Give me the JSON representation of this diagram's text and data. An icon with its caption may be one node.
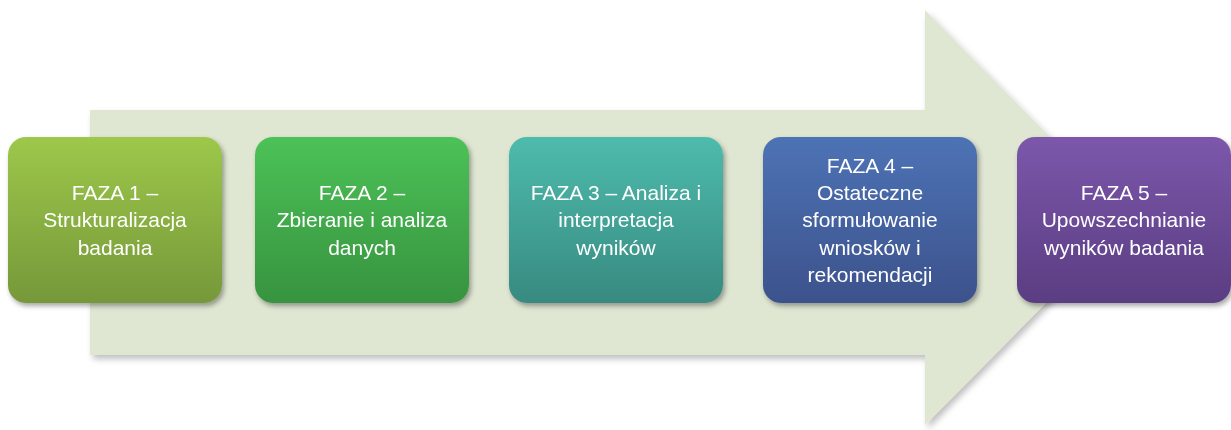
{
  "diagram": {
    "nodes": [
      {
        "text": [
          "FAZA 1 – Strukturalizacja badania"
        ]
      },
      {
        "text": [
          "FAZA 2 – Zbieranie i analiza danych"
        ]
      },
      {
        "text": [
          "FAZA 3 – Analiza i interpretacja wyników"
        ]
      },
      {
        "text": [
          "FAZA 4 – Ostateczne sformułowanie wniosków i rekomendacji"
        ]
      },
      {
        "text": [
          "FAZA 5 – Upowszechnianie wyników badania"
        ]
      }
    ],
    "edges": [
      {
        "from": 0,
        "to": 4,
        "arrow": "to"
      }
    ]
  }
}
